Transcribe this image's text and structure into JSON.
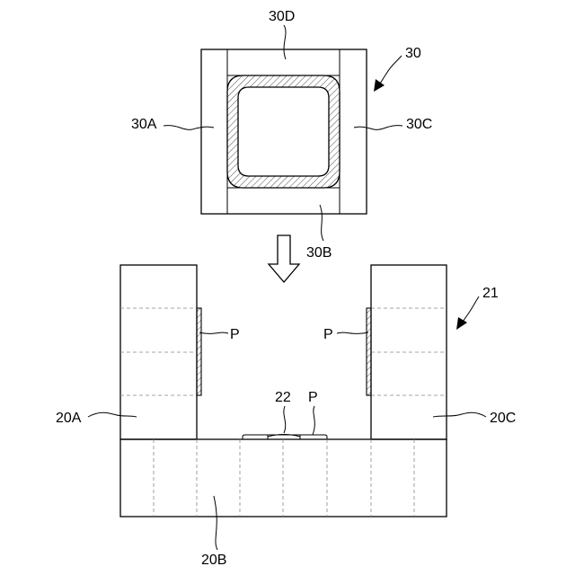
{
  "labels": {
    "part_30": "30",
    "part_30A": "30A",
    "part_30B": "30B",
    "part_30C": "30C",
    "part_30D": "30D",
    "part_21": "21",
    "part_20A": "20A",
    "part_20B": "20B",
    "part_20C": "20C",
    "part_22": "22",
    "p_left": "P",
    "p_right": "P",
    "p_bottom": "P"
  }
}
